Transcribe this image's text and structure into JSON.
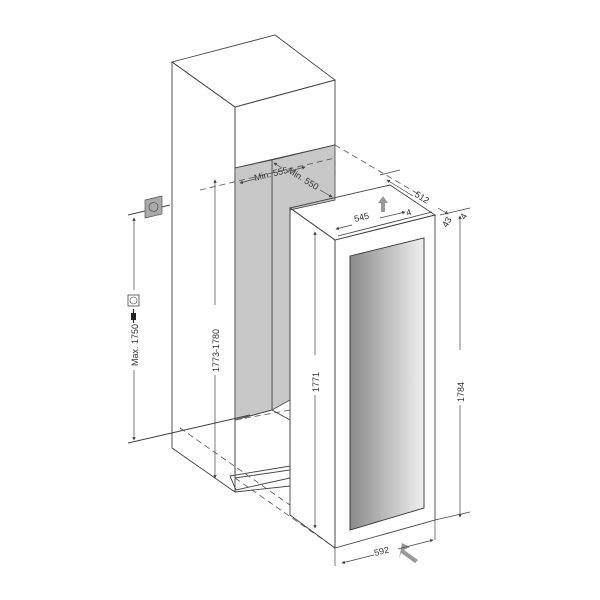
{
  "dimensions": {
    "niche_width": "Min. 555",
    "niche_depth": "Min. 550",
    "niche_height": "1773-1780",
    "socket_height": "Max. 1750",
    "appliance_body_width": "545",
    "appliance_depth": "512",
    "offset_a": "4",
    "offset_b": "4",
    "door_thickness": "43",
    "body_height": "1771",
    "total_height": "1784",
    "total_width": "592"
  },
  "icons": [
    "wall-socket-icon",
    "socket-symbol-icon",
    "plug-icon",
    "airflow-arrow-icon"
  ],
  "colors": {
    "panel_gray": "#c8c8c8",
    "line": "#444444",
    "glass_dark": "#8a8a8a",
    "glass_light": "#f0f0f0"
  }
}
